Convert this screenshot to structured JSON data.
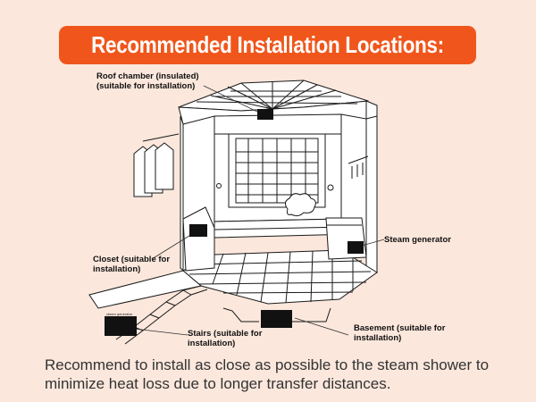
{
  "banner": {
    "title": "Recommended Installation Locations:"
  },
  "labels": {
    "roof": "Roof chamber (insulated) (suitable for installation)",
    "closet": "Closet (suitable for installation)",
    "steam_generator": "Steam generator",
    "stairs": "Stairs (suitable for installation)",
    "basement": "Basement (suitable for installation)",
    "stairs_unit_tag": "steam generator"
  },
  "note": "Recommend to install as close as possible to the steam shower to minimize heat loss due to longer transfer distances.",
  "colors": {
    "banner": "#f0561b",
    "background": "#fbe7dc",
    "unit": "#111111"
  }
}
